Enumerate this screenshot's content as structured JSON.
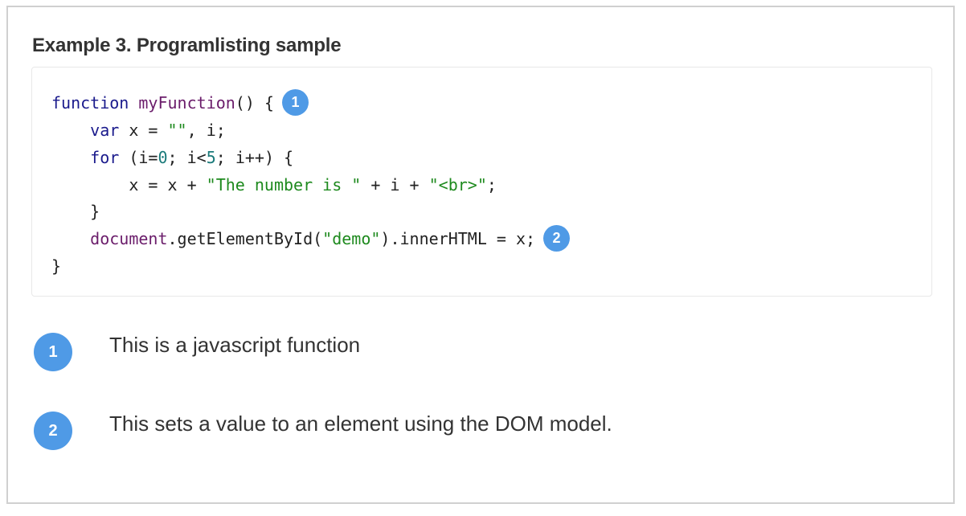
{
  "example": {
    "title": "Example 3. Programlisting sample"
  },
  "code": {
    "lines": [
      {
        "indent": "",
        "tokens": [
          {
            "t": "function",
            "c": "kw"
          },
          {
            "t": " ",
            "c": ""
          },
          {
            "t": "myFunction",
            "c": "fn"
          },
          {
            "t": "() {",
            "c": ""
          }
        ],
        "callout": "1"
      },
      {
        "indent": "    ",
        "tokens": [
          {
            "t": "var",
            "c": "kw"
          },
          {
            "t": " x = ",
            "c": ""
          },
          {
            "t": "\"\"",
            "c": "str"
          },
          {
            "t": ", i;",
            "c": ""
          }
        ]
      },
      {
        "indent": "    ",
        "tokens": [
          {
            "t": "for",
            "c": "kw"
          },
          {
            "t": " (i=",
            "c": ""
          },
          {
            "t": "0",
            "c": "num"
          },
          {
            "t": "; i<",
            "c": ""
          },
          {
            "t": "5",
            "c": "num"
          },
          {
            "t": "; i++) {",
            "c": ""
          }
        ]
      },
      {
        "indent": "        ",
        "tokens": [
          {
            "t": "x = x + ",
            "c": ""
          },
          {
            "t": "\"The number is \"",
            "c": "str"
          },
          {
            "t": " + i + ",
            "c": ""
          },
          {
            "t": "\"<br>\"",
            "c": "str"
          },
          {
            "t": ";",
            "c": ""
          }
        ]
      },
      {
        "indent": "    ",
        "tokens": [
          {
            "t": "}",
            "c": ""
          }
        ]
      },
      {
        "indent": "    ",
        "tokens": [
          {
            "t": "document",
            "c": "fn"
          },
          {
            "t": ".getElementById(",
            "c": ""
          },
          {
            "t": "\"demo\"",
            "c": "str"
          },
          {
            "t": ").innerHTML = x;",
            "c": ""
          }
        ],
        "callout": "2"
      },
      {
        "indent": "",
        "tokens": [
          {
            "t": "}",
            "c": ""
          }
        ]
      }
    ]
  },
  "callouts": [
    {
      "number": "1",
      "text": "This is a javascript function"
    },
    {
      "number": "2",
      "text": "This sets a value to an element using the DOM model."
    }
  ],
  "colors": {
    "callout_bg": "#4f9ae6",
    "keyword": "#1a1a8c",
    "function": "#6b1d6b",
    "string": "#1e8a1e",
    "number": "#1a7a7a",
    "border": "#d0d0d0"
  }
}
